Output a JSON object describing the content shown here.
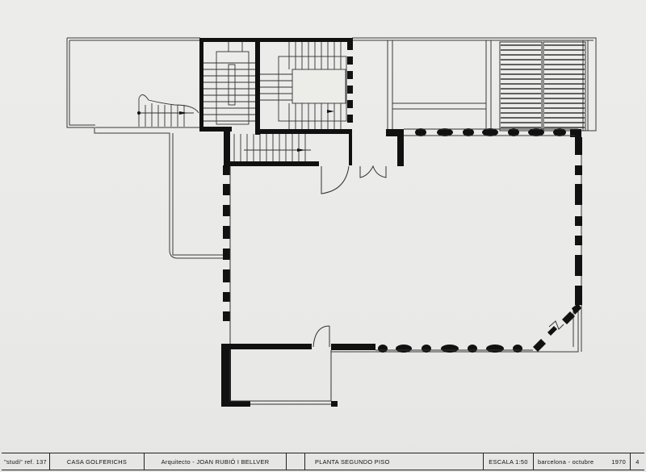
{
  "drawing": {
    "subject": "Floor plan",
    "colors": {
      "paper": "#ebebe9",
      "ink": "#111111",
      "line": "#333333"
    }
  },
  "title_block": {
    "ref": "\"studi\" ref. 137",
    "project": "CASA GOLFERICHS",
    "architect": "Arquitecto - JOAN RUBIÓ I BELLVER",
    "blank": "",
    "sheet_title": "PLANTA SEGUNDO PISO",
    "scale": "ESCALA 1:50",
    "place": "barcelona - octubre",
    "year": "1970",
    "sheet_number": "4"
  }
}
